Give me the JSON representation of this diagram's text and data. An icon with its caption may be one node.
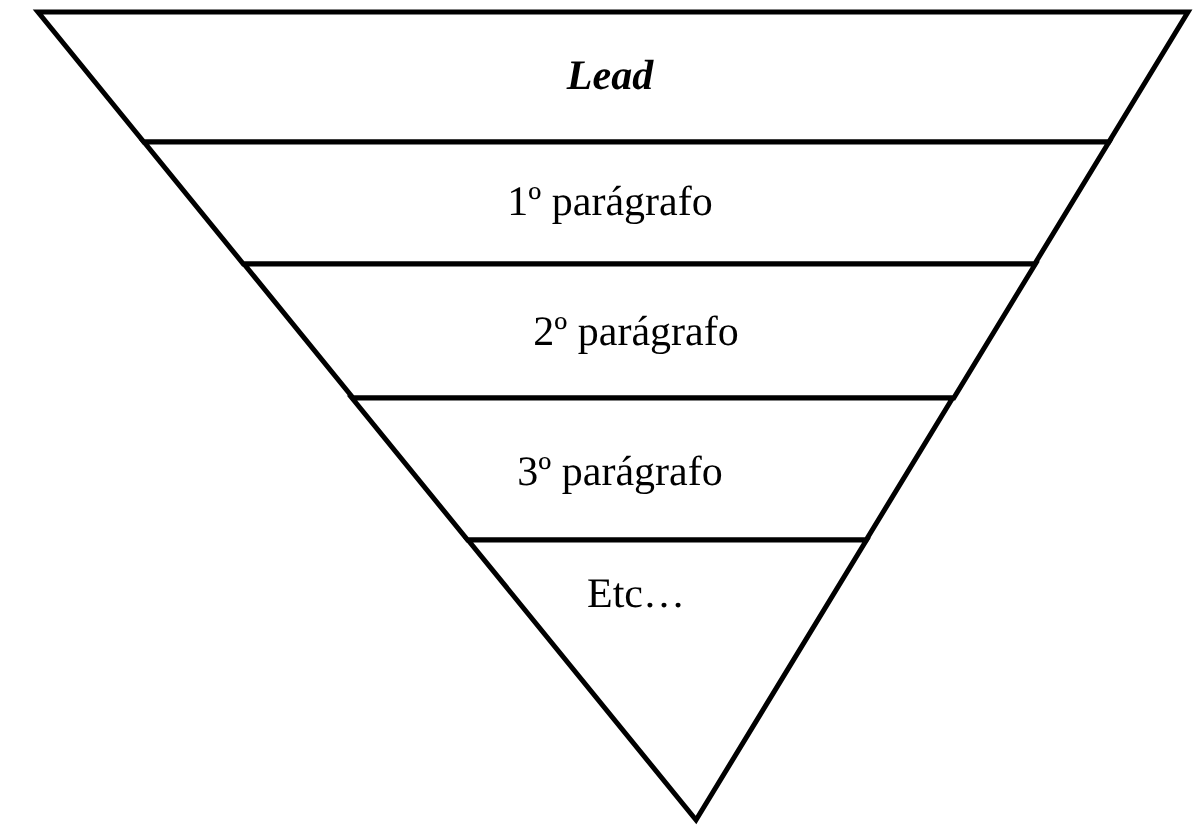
{
  "diagram": {
    "nodes": [
      {
        "text": [
          "Lead"
        ]
      },
      {
        "text": [
          "1º parágrafo"
        ]
      },
      {
        "text": [
          "2º parágrafo"
        ]
      },
      {
        "text": [
          "3º parágrafo"
        ]
      },
      {
        "text": [
          "Etc…"
        ]
      }
    ]
  }
}
